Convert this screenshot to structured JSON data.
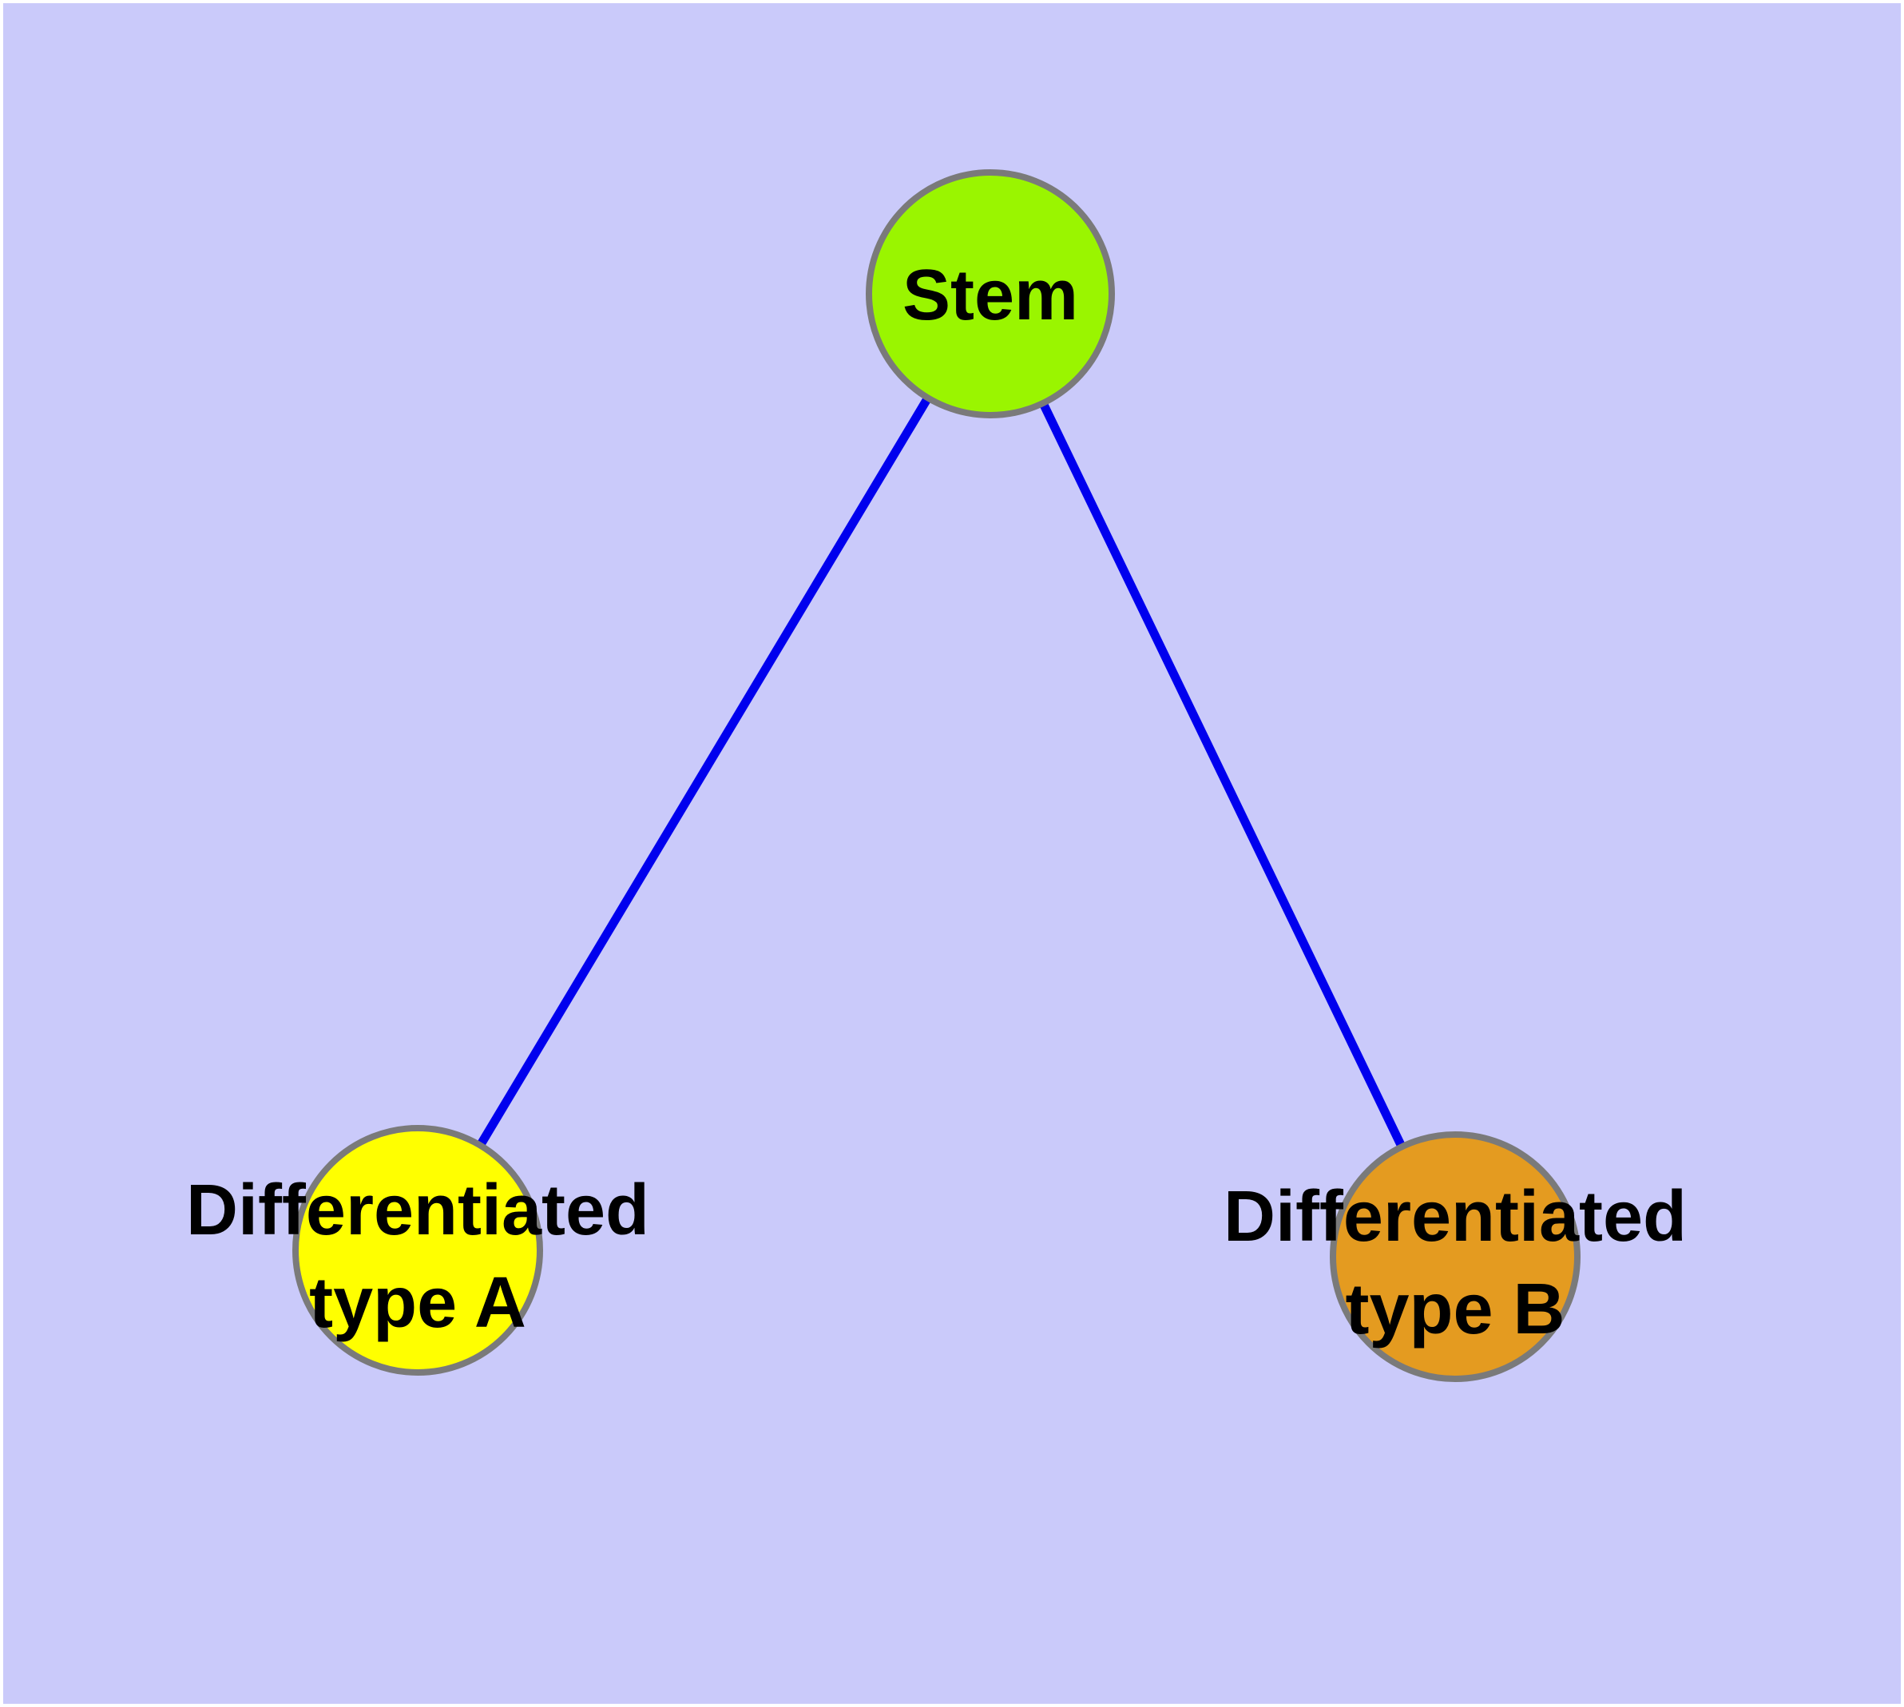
{
  "diagram": {
    "background_color": "#CACAFA",
    "frame_color": "#FFFFFF",
    "edge_color": "#0000EE",
    "node_border_color": "#7A7A7A",
    "label_color": "#000000",
    "nodes": [
      {
        "id": "stem",
        "label": "Stem",
        "fill": "#9AF500"
      },
      {
        "id": "differentiated-type-a",
        "label": "Differentiated type A",
        "label_line1": "Differentiated",
        "label_line2": "type A",
        "fill": "#FFFF00"
      },
      {
        "id": "differentiated-type-b",
        "label": "Differentiated type B",
        "label_line1": "Differentiated",
        "label_line2": "type B",
        "fill": "#E49B20"
      }
    ],
    "edges": [
      {
        "from": "Stem",
        "to": "Differentiated type A"
      },
      {
        "from": "Stem",
        "to": "Differentiated type B"
      }
    ]
  }
}
